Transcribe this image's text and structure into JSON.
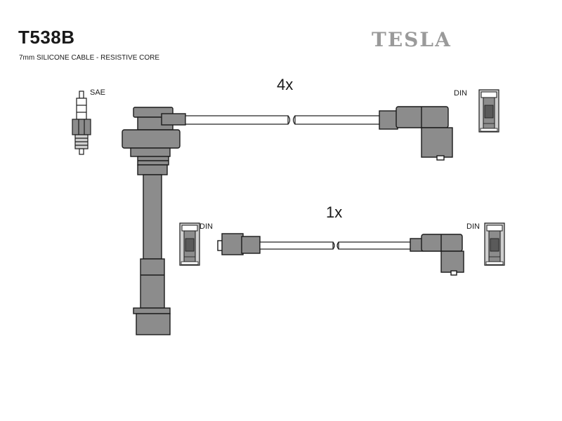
{
  "header": {
    "part_number": "T538B",
    "description": "7mm SILICONE CABLE - RESISTIVE CORE",
    "brand": "TESLA"
  },
  "labels": {
    "sae": "SAE",
    "qty_long": "4x",
    "qty_short": "1x",
    "din": "DIN"
  },
  "colors": {
    "boot_fill": "#8c8c8c",
    "boot_stroke": "#1a1a1a",
    "cable": "#ffffff",
    "brand": "#9a9a9a"
  }
}
